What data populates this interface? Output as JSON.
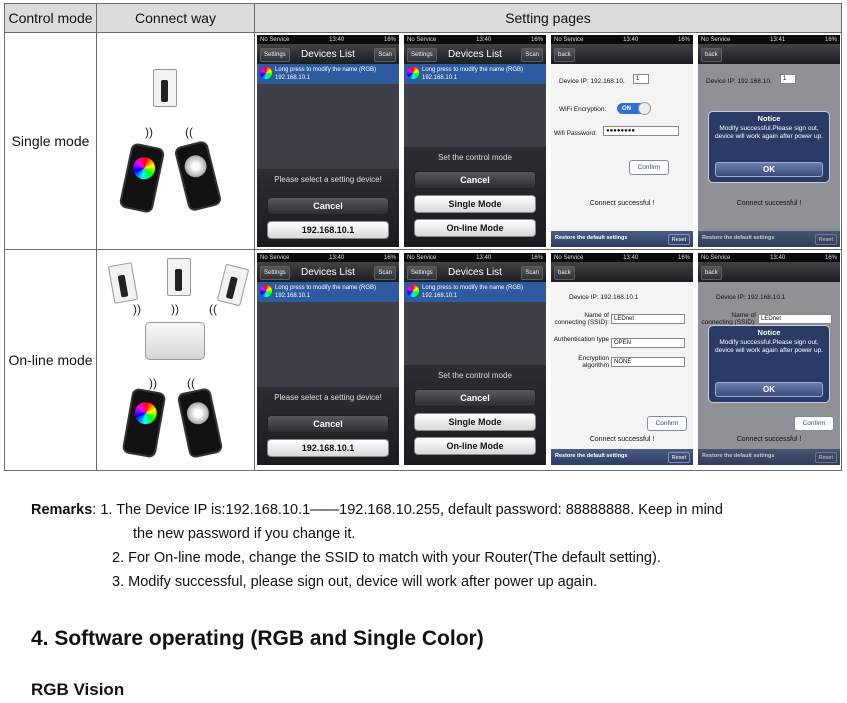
{
  "table": {
    "headers": [
      "Control mode",
      "Connect way",
      "Setting pages"
    ],
    "rows": [
      "Single mode",
      "On-line mode"
    ]
  },
  "status": {
    "carrier": "No Service",
    "time1": "13:40",
    "time2": "13:41",
    "battery": "16%"
  },
  "devices": {
    "settings": "Settings",
    "title": "Devices List",
    "scan": "Scan",
    "row1": "Long press to modify the name (RGB)",
    "row2": "192.168.10.1",
    "sheet_title": "Please select a setting device!",
    "cancel": "Cancel",
    "device": "192.168.10.1"
  },
  "mode": {
    "sheet_title": "Set the control mode",
    "cancel": "Cancel",
    "single": "Single Mode",
    "online": "On-line Mode"
  },
  "config": {
    "back": "back",
    "device_ip": "Device IP: 192.168.10.",
    "ip_val": "1",
    "wifi_enc": "WiFi Encryption:",
    "toggle": "ON",
    "wifi_pwd": "Wifi Password:",
    "pwd_val": "●●●●●●●●",
    "confirm": "Confirm",
    "success": "Connect successful !",
    "restore": "Restore the default settings",
    "reset": "Reset"
  },
  "notice": {
    "title": "Notice",
    "message": "Modify successful.Please sign out, device will work again after power up.",
    "ok": "OK"
  },
  "online_config": {
    "device_ip": "Device IP:  192.168.10.1",
    "ssid_label": "Name of connecting (SSID):",
    "ssid_val": "LEDnet",
    "auth_label": "Authentication type",
    "auth_val": "OPEN",
    "enc_label": "Encryption algorithm",
    "enc_val": "NONE"
  },
  "remarks": {
    "label": "Remarks",
    "r1a": "1. The Device IP is:192.168.10.1——192.168.10.255, default password: 88888888. Keep in mind",
    "r1b": "the new password if you change it.",
    "r2": "2. For On-line mode, change the SSID to match with your Router(The default setting).",
    "r3": "3. Modify successful, please sign out, device will work after power up again."
  },
  "section_title": "4. Software operating (RGB and Single Color)",
  "subsection_title": "RGB Vision"
}
